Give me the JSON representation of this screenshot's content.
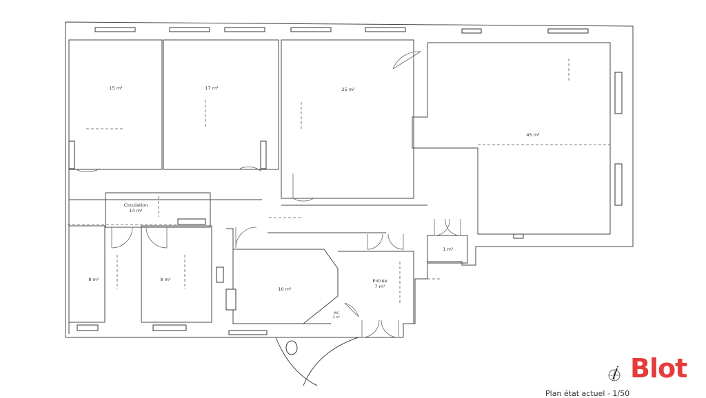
{
  "plan": {
    "caption": "Plan état actuel  - 1/50",
    "brand": "Blot",
    "brand_color": "#e63b3b",
    "rooms": {
      "r15": "15 m²",
      "r17": "17 m²",
      "r25": "25 m²",
      "r45": "45 m²",
      "circ_name": "Circulation",
      "circ_area": "14 m²",
      "r8a": "8 m²",
      "r8b": "8 m²",
      "r10": "10 m²",
      "entree_name": "Entrée",
      "entree_area": "7 m²",
      "wc_name": "WC",
      "wc_area": "2 m²",
      "r1": "1 m²"
    }
  }
}
